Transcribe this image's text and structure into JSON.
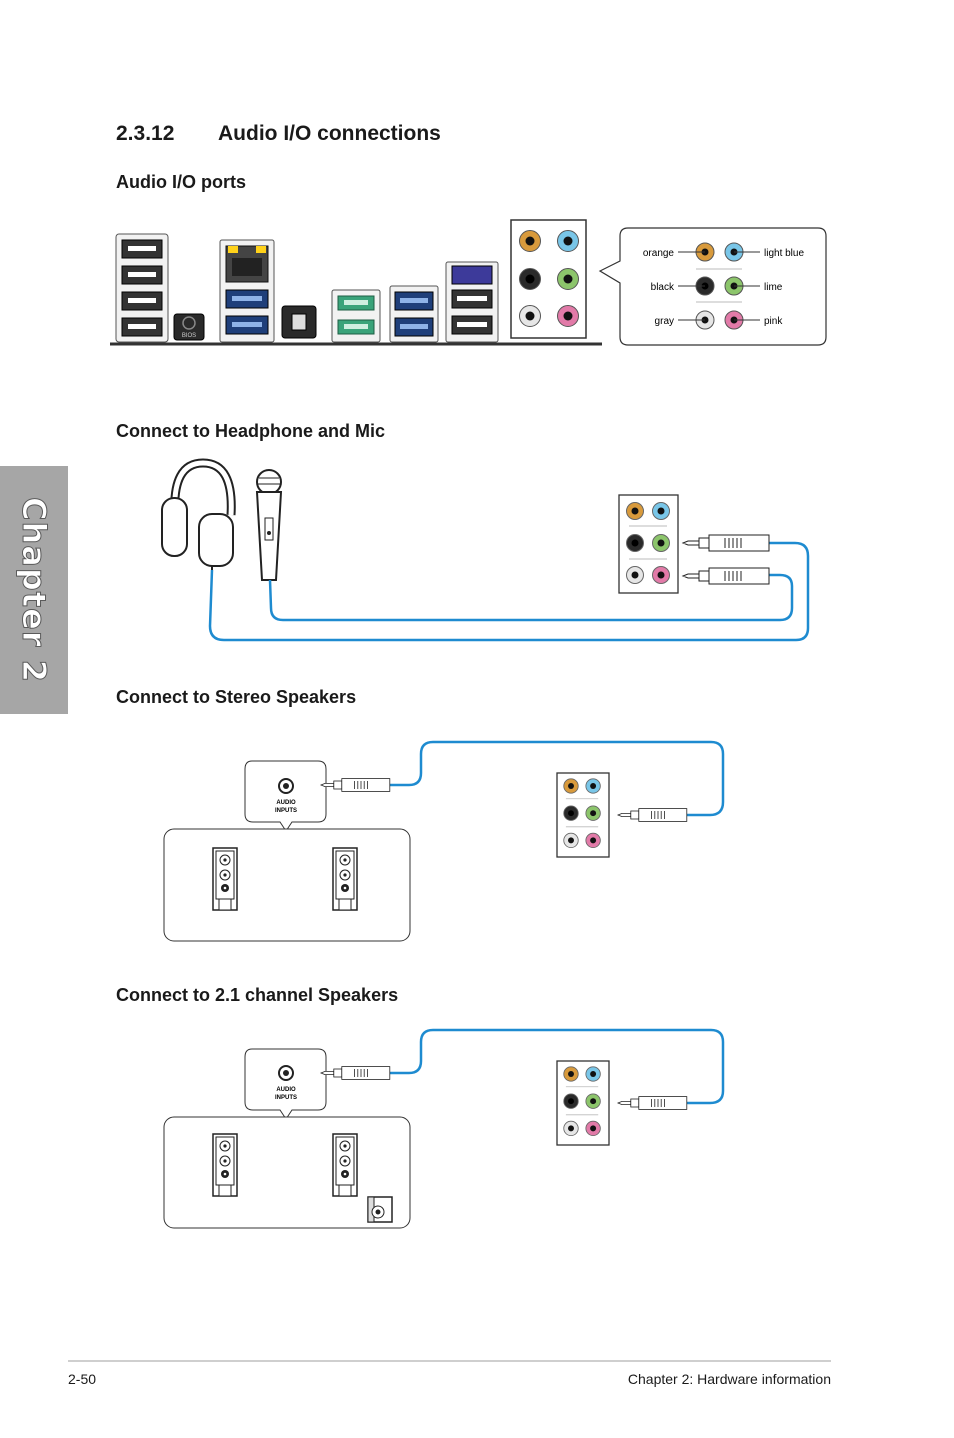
{
  "section": {
    "number": "2.3.12",
    "title": "Audio I/O connections"
  },
  "chapter_tab": "Chapter 2",
  "subsections": {
    "ports": "Audio I/O ports",
    "headphone_mic": "Connect to Headphone and Mic",
    "stereo": "Connect to Stereo Speakers",
    "two_one": "Connect to 2.1 channel Speakers"
  },
  "jack_labels": {
    "orange": "orange",
    "light_blue": "light blue",
    "black": "black",
    "lime": "lime",
    "gray": "gray",
    "pink": "pink"
  },
  "bios_label": "BIOS",
  "speaker_box": {
    "line1": "AUDIO",
    "line2": "INPUTS"
  },
  "colors": {
    "orange": "#d89a3c",
    "light_blue": "#79c6e8",
    "black": "#2a2a2a",
    "lime": "#8cc56b",
    "gray": "#e6e6e6",
    "pink": "#e27aa8",
    "cable": "#1e8bd0",
    "chapter_tab": "#a6a6a6"
  },
  "footer": {
    "page": "2-50",
    "chapter": "Chapter 2: Hardware information"
  }
}
